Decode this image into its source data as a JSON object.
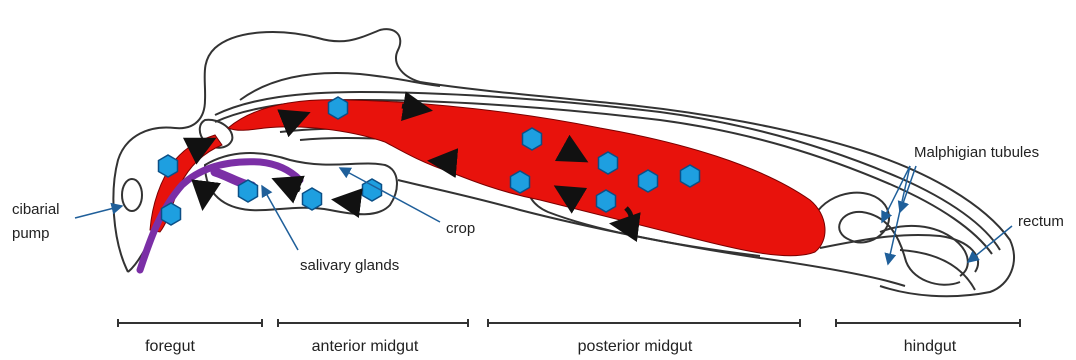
{
  "diagram": {
    "labels": {
      "cibarial_pump_line1": "cibarial",
      "cibarial_pump_line2": "pump",
      "salivary_glands": "salivary glands",
      "crop": "crop",
      "malpighian_tubules": "Malphigian tubules",
      "rectum": "rectum"
    },
    "segments": [
      "foregut",
      "anterior midgut",
      "posterior midgut",
      "hindgut"
    ],
    "colors": {
      "gut_fill": "#e8120c",
      "salivary_gland": "#7b2fa6",
      "particle": "#1e9fe0",
      "particle_stroke": "#0b4f86",
      "arrow": "#111111",
      "pointer": "#1f5f9a",
      "outline": "#333333"
    },
    "icons": [
      "hexagon-particle-icon",
      "black-arrow-icon",
      "blue-pointer-arrow-icon"
    ]
  }
}
